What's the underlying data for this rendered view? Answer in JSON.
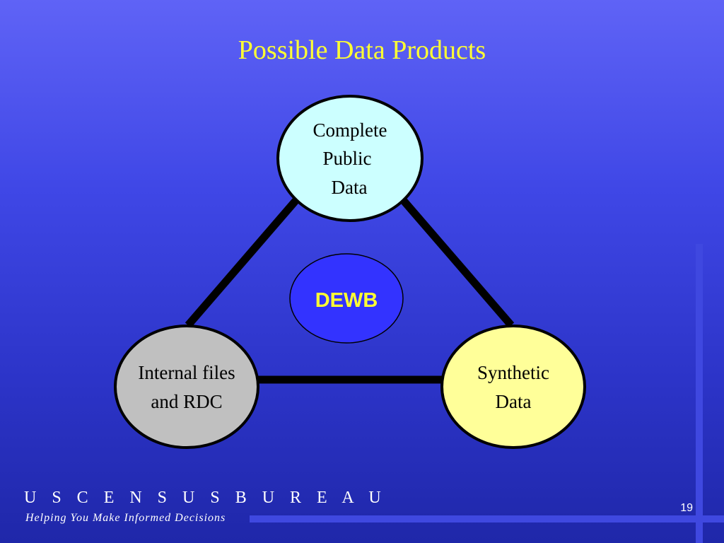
{
  "slide": {
    "title": "Possible Data Products",
    "page_number": "19"
  },
  "diagram": {
    "nodes": [
      {
        "id": "complete-public-data",
        "lines": [
          "Complete",
          "Public",
          "Data"
        ],
        "fill": "#ccffff"
      },
      {
        "id": "internal-files-rdc",
        "lines": [
          "Internal files",
          "and RDC"
        ],
        "fill": "#c0c0c0"
      },
      {
        "id": "synthetic-data",
        "lines": [
          "Synthetic",
          "Data"
        ],
        "fill": "#ffff99"
      }
    ],
    "center": {
      "label": "DEWB",
      "fill": "#3333ff",
      "text_color": "#ffff33"
    },
    "edges": [
      {
        "from": "complete-public-data",
        "to": "internal-files-rdc"
      },
      {
        "from": "complete-public-data",
        "to": "synthetic-data"
      },
      {
        "from": "internal-files-rdc",
        "to": "synthetic-data"
      }
    ]
  },
  "footer": {
    "brand": "U S C E N S U S B U R E A U",
    "tagline": "Helping You Make Informed Decisions"
  },
  "colors": {
    "title": "#ffff33",
    "edge": "#000000"
  }
}
